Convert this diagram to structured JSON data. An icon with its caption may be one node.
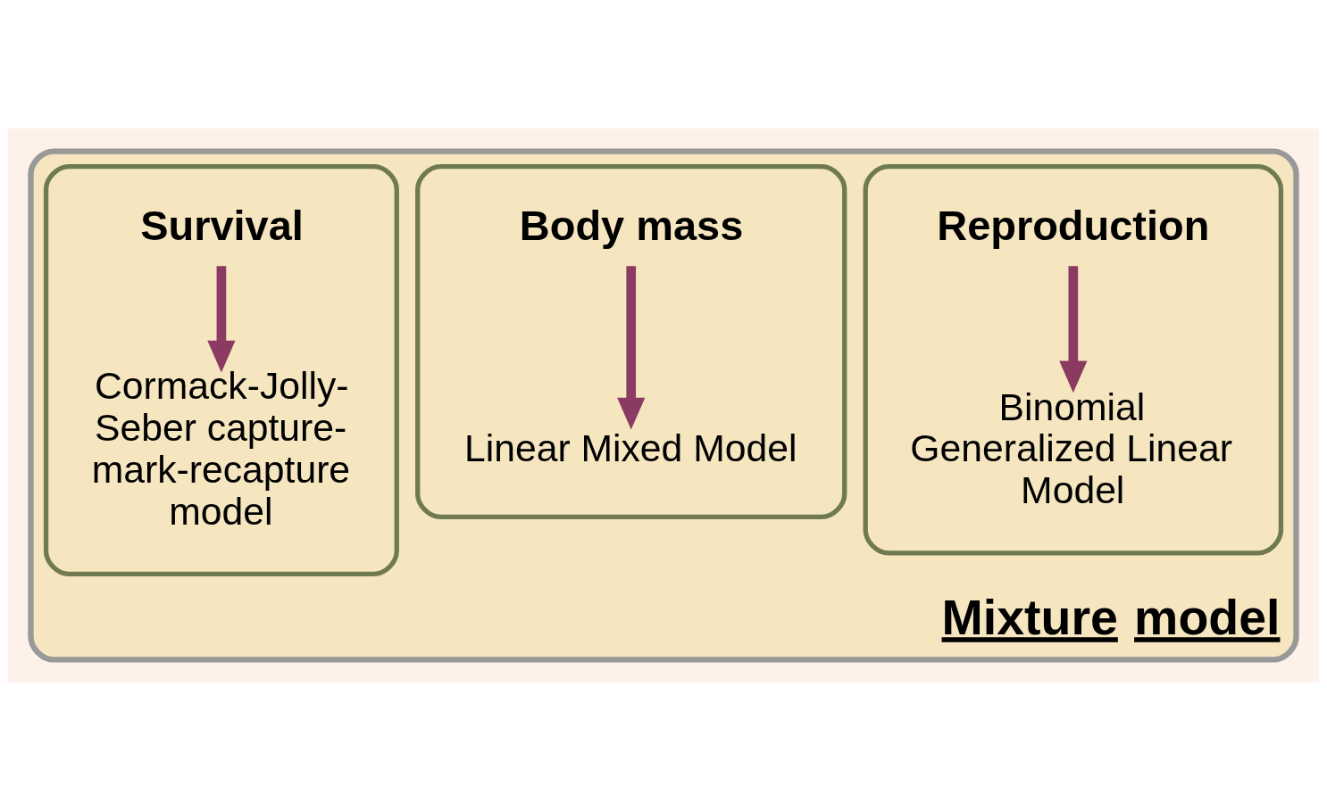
{
  "diagram": {
    "nodes": [
      {
        "text": [
          "Mixture model"
        ]
      },
      {
        "text": [],
        "shape": "box",
        "in": 0
      },
      {
        "text": [
          "Survival"
        ],
        "in": 1
      },
      {
        "text": [
          "Cormack-Jolly-Seber capture-mark-recapture model"
        ],
        "in": 1
      },
      {
        "text": [],
        "shape": "box",
        "in": 0
      },
      {
        "text": [
          "Body mass"
        ],
        "in": 4
      },
      {
        "text": [
          "Linear Mixed Model"
        ],
        "in": 4
      },
      {
        "text": [],
        "shape": "box",
        "in": 0
      },
      {
        "text": [
          "Reproduction"
        ],
        "in": 7
      },
      {
        "text": [
          "Binomial Generalized Linear Model"
        ],
        "in": 7
      }
    ],
    "edges": [
      {
        "from": 2,
        "to": 3,
        "arrow": "to"
      },
      {
        "from": 5,
        "to": 6,
        "arrow": "to"
      },
      {
        "from": 8,
        "to": 9,
        "arrow": "to"
      }
    ]
  }
}
